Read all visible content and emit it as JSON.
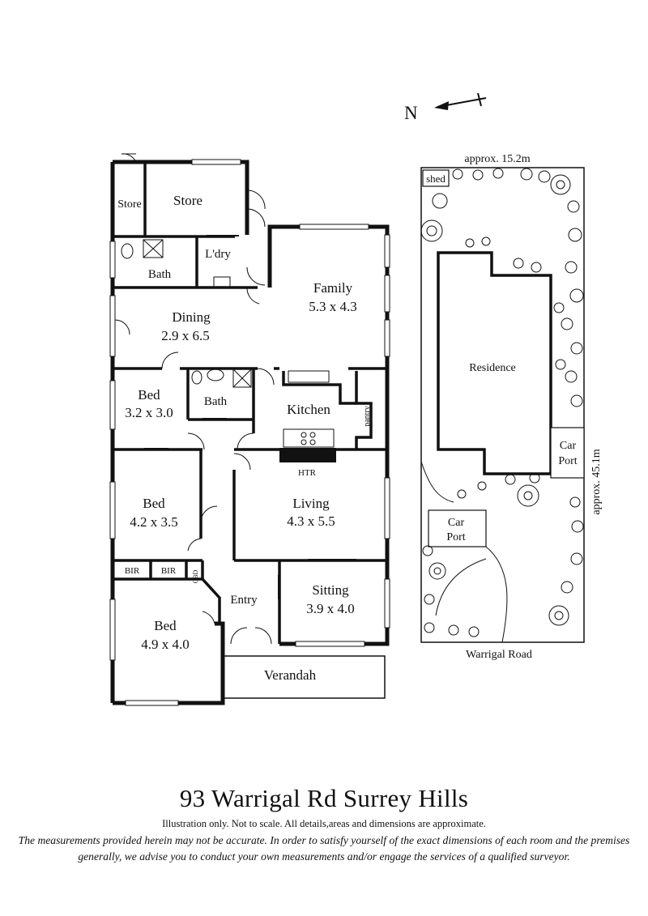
{
  "compass": {
    "north_label": "N"
  },
  "rooms": {
    "store_small": {
      "name": "Store"
    },
    "store_large": {
      "name": "Store"
    },
    "laundry": {
      "name": "L'dry"
    },
    "bath_rear": {
      "name": "Bath"
    },
    "family": {
      "name": "Family",
      "size": "5.3 x 4.3"
    },
    "dining": {
      "name": "Dining",
      "size": "2.9 x 6.5"
    },
    "bed_1": {
      "name": "Bed",
      "size": "3.2 x 3.0"
    },
    "bath_mid": {
      "name": "Bath"
    },
    "kitchen": {
      "name": "Kitchen"
    },
    "pantry": {
      "name": "pantry"
    },
    "heater": {
      "name": "HTR"
    },
    "bed_2": {
      "name": "Bed",
      "size": "4.2 x 3.5"
    },
    "living": {
      "name": "Living",
      "size": "4.3 x 5.5"
    },
    "bir_1": {
      "name": "BIR"
    },
    "bir_2": {
      "name": "BIR"
    },
    "cbd": {
      "name": "CBD"
    },
    "entry": {
      "name": "Entry"
    },
    "sitting": {
      "name": "Sitting",
      "size": "3.9 x 4.0"
    },
    "bed_3": {
      "name": "Bed",
      "size": "4.9 x 4.0"
    },
    "verandah": {
      "name": "Verandah"
    }
  },
  "site_plan": {
    "width_label": "approx. 15.2m",
    "depth_label": "approx. 45.1m",
    "shed": "shed",
    "residence": "Residence",
    "carport_right": {
      "line1": "Car",
      "line2": "Port"
    },
    "carport_left": {
      "line1": "Car",
      "line2": "Port"
    },
    "street": "Warrigal Road"
  },
  "footer": {
    "title": "93 Warrigal Rd Surrey Hills",
    "disclaimer_short": "Illustration only. Not to scale. All details,areas and dimensions are approximate.",
    "disclaimer_long": "The measurements provided herein may not be accurate. In order to satisfy yourself of the exact dimensions of each room and the premises generally, we advise you to conduct your own measurements and/or engage the services of a qualified surveyor."
  }
}
